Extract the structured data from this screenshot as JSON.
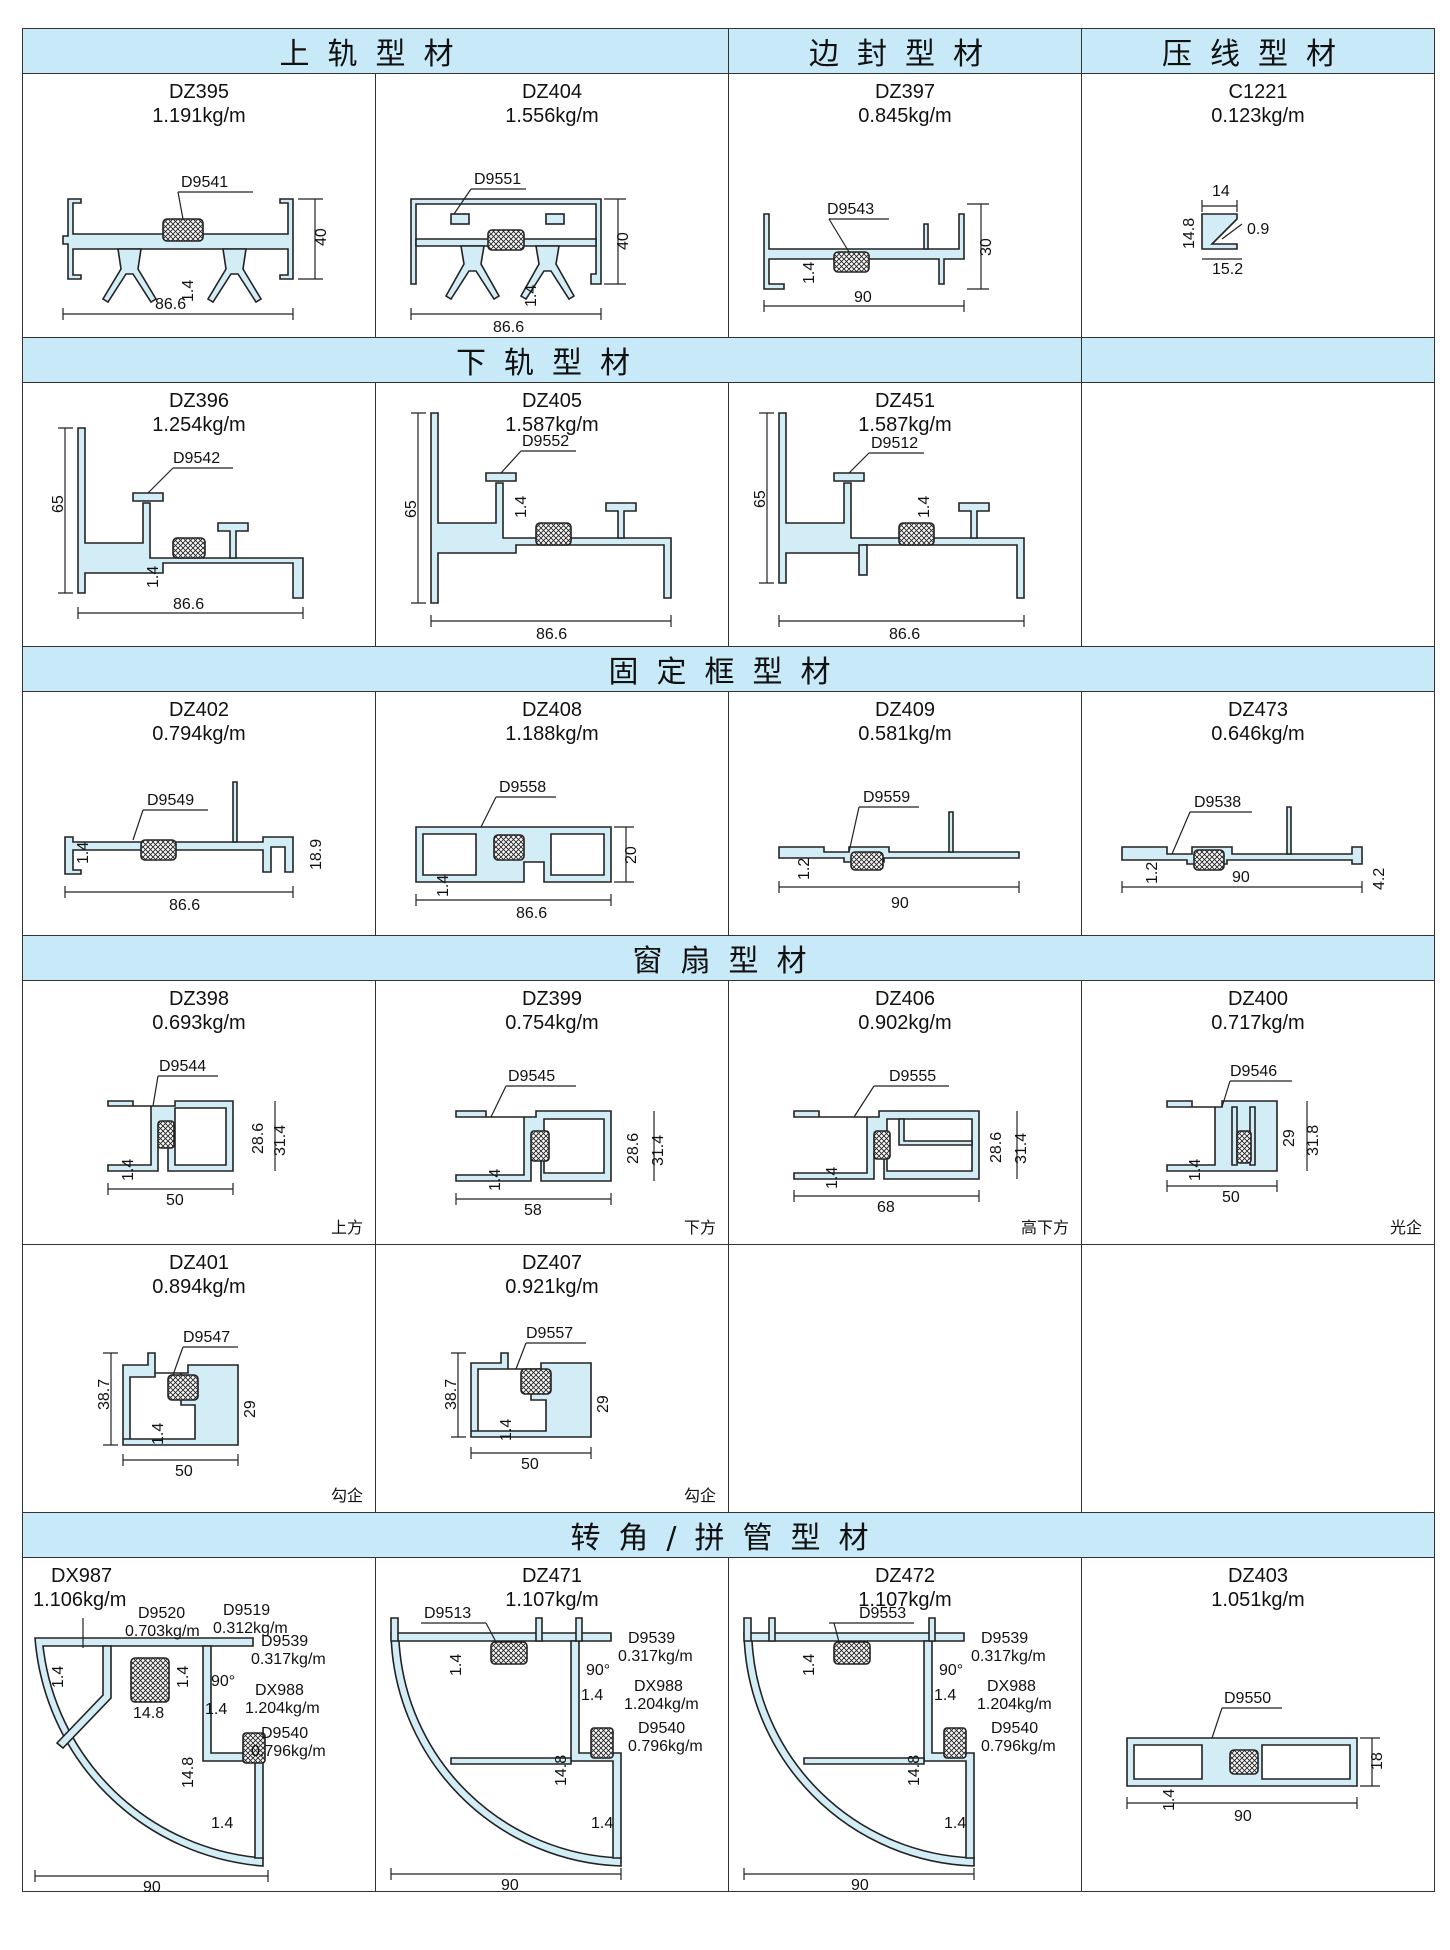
{
  "sections": {
    "upper_rail": "上轨型材",
    "side_seal": "边封型材",
    "bead": "压线型材",
    "lower_rail": "下轨型材",
    "fixed_frame": "固定框型材",
    "sash": "窗扇型材",
    "corner": "转角/拼管型材"
  },
  "profiles": {
    "dz395": {
      "code": "DZ395",
      "weight": "1.191kg/m",
      "seal": "D9541",
      "dims": [
        "86.6",
        "40",
        "1.4"
      ]
    },
    "dz404": {
      "code": "DZ404",
      "weight": "1.556kg/m",
      "seal": "D9551",
      "dims": [
        "86.6",
        "40",
        "1.4"
      ]
    },
    "dz397": {
      "code": "DZ397",
      "weight": "0.845kg/m",
      "seal": "D9543",
      "dims": [
        "90",
        "30",
        "1.4"
      ]
    },
    "c1221": {
      "code": "C1221",
      "weight": "0.123kg/m",
      "dims": [
        "14",
        "14.8",
        "0.9",
        "15.2"
      ]
    },
    "dz396": {
      "code": "DZ396",
      "weight": "1.254kg/m",
      "seal": "D9542",
      "dims": [
        "86.6",
        "65",
        "1.4"
      ]
    },
    "dz405": {
      "code": "DZ405",
      "weight": "1.587kg/m",
      "seal": "D9552",
      "dims": [
        "86.6",
        "65",
        "1.4"
      ]
    },
    "dz451": {
      "code": "DZ451",
      "weight": "1.587kg/m",
      "seal": "D9512",
      "dims": [
        "86.6",
        "65",
        "1.4"
      ]
    },
    "dz402": {
      "code": "DZ402",
      "weight": "0.794kg/m",
      "seal": "D9549",
      "dims": [
        "86.6",
        "18.9",
        "1.4"
      ]
    },
    "dz408": {
      "code": "DZ408",
      "weight": "1.188kg/m",
      "seal": "D9558",
      "dims": [
        "86.6",
        "20",
        "1.4"
      ]
    },
    "dz409": {
      "code": "DZ409",
      "weight": "0.581kg/m",
      "seal": "D9559",
      "dims": [
        "90",
        "1.2"
      ]
    },
    "dz473": {
      "code": "DZ473",
      "weight": "0.646kg/m",
      "seal": "D9538",
      "dims": [
        "90",
        "1.2",
        "4.2"
      ]
    },
    "dz398": {
      "code": "DZ398",
      "weight": "0.693kg/m",
      "seal": "D9544",
      "dims": [
        "50",
        "28.6",
        "31.4",
        "1.4"
      ],
      "note": "上方"
    },
    "dz399": {
      "code": "DZ399",
      "weight": "0.754kg/m",
      "seal": "D9545",
      "dims": [
        "58",
        "28.6",
        "31.4",
        "1.4"
      ],
      "note": "下方"
    },
    "dz406": {
      "code": "DZ406",
      "weight": "0.902kg/m",
      "seal": "D9555",
      "dims": [
        "68",
        "28.6",
        "31.4",
        "1.4"
      ],
      "note": "高下方"
    },
    "dz400": {
      "code": "DZ400",
      "weight": "0.717kg/m",
      "seal": "D9546",
      "dims": [
        "50",
        "29",
        "31.8",
        "1.4"
      ],
      "note": "光企"
    },
    "dz401": {
      "code": "DZ401",
      "weight": "0.894kg/m",
      "seal": "D9547",
      "dims": [
        "50",
        "38.7",
        "29",
        "1.4"
      ],
      "note": "勾企"
    },
    "dz407": {
      "code": "DZ407",
      "weight": "0.921kg/m",
      "seal": "D9557",
      "dims": [
        "50",
        "38.7",
        "29",
        "1.4"
      ],
      "note": "勾企"
    },
    "dx987": {
      "code": "DX987",
      "weight": "1.106kg/m",
      "parts": [
        {
          "code": "D9520",
          "w": "0.703kg/m"
        },
        {
          "code": "D9519",
          "w": "0.312kg/m"
        },
        {
          "code": "D9539",
          "w": "0.317kg/m"
        },
        {
          "code": "DX988",
          "w": "1.204kg/m"
        },
        {
          "code": "D9540",
          "w": "0.796kg/m"
        }
      ],
      "dims": [
        "1.4",
        "14.8",
        "1.4",
        "90°",
        "1.4",
        "14.8",
        "1.4",
        "90"
      ]
    },
    "dz471": {
      "code": "DZ471",
      "weight": "1.107kg/m",
      "seal": "D9513",
      "parts": [
        {
          "code": "D9539",
          "w": "0.317kg/m"
        },
        {
          "code": "DX988",
          "w": "1.204kg/m"
        },
        {
          "code": "D9540",
          "w": "0.796kg/m"
        }
      ],
      "dims": [
        "1.4",
        "90°",
        "1.4",
        "14.8",
        "1.4",
        "90"
      ]
    },
    "dz472": {
      "code": "DZ472",
      "weight": "1.107kg/m",
      "seal": "D9553",
      "parts": [
        {
          "code": "D9539",
          "w": "0.317kg/m"
        },
        {
          "code": "DX988",
          "w": "1.204kg/m"
        },
        {
          "code": "D9540",
          "w": "0.796kg/m"
        }
      ],
      "dims": [
        "1.4",
        "90°",
        "1.4",
        "14.8",
        "1.4",
        "90"
      ]
    },
    "dz403": {
      "code": "DZ403",
      "weight": "1.051kg/m",
      "seal": "D9550",
      "dims": [
        "90",
        "18",
        "1.4"
      ]
    }
  }
}
